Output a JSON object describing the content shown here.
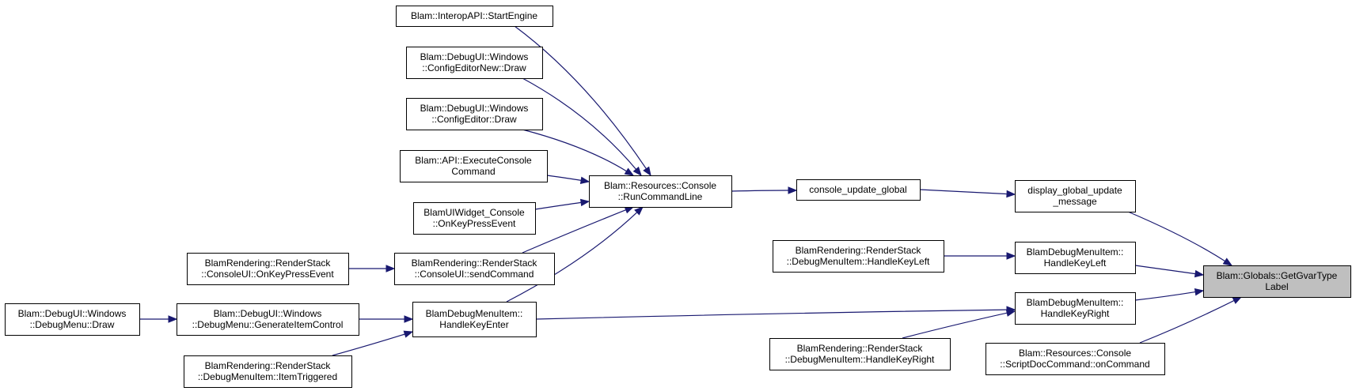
{
  "graph": {
    "nodes": [
      {
        "id": "get_gvar_type_label",
        "lines": [
          "Blam::Globals::GetGvarType",
          "Label"
        ],
        "focus": true
      },
      {
        "id": "display_global_update_message",
        "lines": [
          "display_global_update",
          "_message"
        ]
      },
      {
        "id": "debug_menu_item_handle_key_left",
        "lines": [
          "BlamDebugMenuItem::",
          "HandleKeyLeft"
        ]
      },
      {
        "id": "debug_menu_item_handle_key_right",
        "lines": [
          "BlamDebugMenuItem::",
          "HandleKeyRight"
        ]
      },
      {
        "id": "script_doc_command_on_command",
        "lines": [
          "Blam::Resources::Console",
          "::ScriptDocCommand::onCommand"
        ]
      },
      {
        "id": "console_update_global",
        "lines": [
          "console_update_global"
        ]
      },
      {
        "id": "render_stack_handle_key_left",
        "lines": [
          "BlamRendering::RenderStack",
          "::DebugMenuItem::HandleKeyLeft"
        ]
      },
      {
        "id": "render_stack_handle_key_right",
        "lines": [
          "BlamRendering::RenderStack",
          "::DebugMenuItem::HandleKeyRight"
        ]
      },
      {
        "id": "debug_menu_item_handle_key_enter",
        "lines": [
          "BlamDebugMenuItem::",
          "HandleKeyEnter"
        ]
      },
      {
        "id": "console_run_command_line",
        "lines": [
          "Blam::Resources::Console",
          "::RunCommandLine"
        ]
      },
      {
        "id": "interop_api_start_engine",
        "lines": [
          "Blam::InteropAPI::StartEngine"
        ]
      },
      {
        "id": "config_editor_new_draw",
        "lines": [
          "Blam::DebugUI::Windows",
          "::ConfigEditorNew::Draw"
        ]
      },
      {
        "id": "config_editor_draw",
        "lines": [
          "Blam::DebugUI::Windows",
          "::ConfigEditor::Draw"
        ]
      },
      {
        "id": "api_execute_console_command",
        "lines": [
          "Blam::API::ExecuteConsole",
          "Command"
        ]
      },
      {
        "id": "ui_widget_console_on_key_press",
        "lines": [
          "BlamUIWidget_Console",
          "::OnKeyPressEvent"
        ]
      },
      {
        "id": "console_ui_send_command",
        "lines": [
          "BlamRendering::RenderStack",
          "::ConsoleUI::sendCommand"
        ]
      },
      {
        "id": "console_ui_on_key_press",
        "lines": [
          "BlamRendering::RenderStack",
          "::ConsoleUI::OnKeyPressEvent"
        ]
      },
      {
        "id": "debug_menu_generate_item_control",
        "lines": [
          "Blam::DebugUI::Windows",
          "::DebugMenu::GenerateItemControl"
        ]
      },
      {
        "id": "debug_menu_draw",
        "lines": [
          "Blam::DebugUI::Windows",
          "::DebugMenu::Draw"
        ]
      },
      {
        "id": "render_stack_item_triggered",
        "lines": [
          "BlamRendering::RenderStack",
          "::DebugMenuItem::ItemTriggered"
        ]
      }
    ],
    "edges": [
      {
        "from": "display_global_update_message",
        "to": "get_gvar_type_label"
      },
      {
        "from": "debug_menu_item_handle_key_left",
        "to": "get_gvar_type_label"
      },
      {
        "from": "debug_menu_item_handle_key_right",
        "to": "get_gvar_type_label"
      },
      {
        "from": "script_doc_command_on_command",
        "to": "get_gvar_type_label"
      },
      {
        "from": "console_update_global",
        "to": "display_global_update_message"
      },
      {
        "from": "render_stack_handle_key_left",
        "to": "debug_menu_item_handle_key_left"
      },
      {
        "from": "render_stack_handle_key_right",
        "to": "debug_menu_item_handle_key_right"
      },
      {
        "from": "debug_menu_item_handle_key_enter",
        "to": "debug_menu_item_handle_key_right"
      },
      {
        "from": "console_run_command_line",
        "to": "console_update_global"
      },
      {
        "from": "interop_api_start_engine",
        "to": "console_run_command_line"
      },
      {
        "from": "config_editor_new_draw",
        "to": "console_run_command_line"
      },
      {
        "from": "config_editor_draw",
        "to": "console_run_command_line"
      },
      {
        "from": "api_execute_console_command",
        "to": "console_run_command_line"
      },
      {
        "from": "ui_widget_console_on_key_press",
        "to": "console_run_command_line"
      },
      {
        "from": "console_ui_send_command",
        "to": "console_run_command_line"
      },
      {
        "from": "debug_menu_item_handle_key_enter",
        "to": "console_run_command_line"
      },
      {
        "from": "console_ui_on_key_press",
        "to": "console_ui_send_command"
      },
      {
        "from": "debug_menu_generate_item_control",
        "to": "debug_menu_item_handle_key_enter"
      },
      {
        "from": "render_stack_item_triggered",
        "to": "debug_menu_item_handle_key_enter"
      },
      {
        "from": "debug_menu_draw",
        "to": "debug_menu_generate_item_control"
      }
    ]
  }
}
